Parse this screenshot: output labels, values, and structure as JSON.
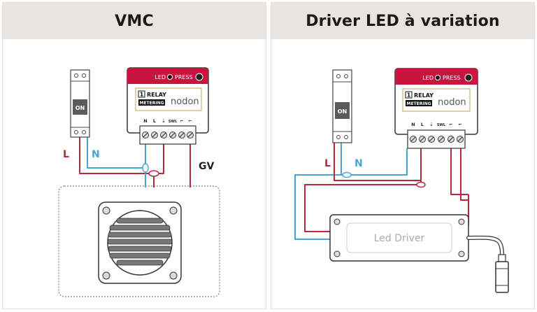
{
  "panels": [
    {
      "title": "VMC",
      "module": {
        "led_label": "LED",
        "press_label": "PRESS",
        "relay_count": "1",
        "relay_label": "RELAY",
        "metering_label": "METERING",
        "brand": "nodon",
        "terminals": [
          "N",
          "L",
          "⇣",
          "SWL",
          "⌐",
          "⌐"
        ]
      },
      "breaker_label": "ON",
      "wire_labels": {
        "live": "L",
        "neutral": "N",
        "fan": "GV"
      }
    },
    {
      "title": "Driver LED à variation",
      "module": {
        "led_label": "LED",
        "press_label": "PRESS",
        "relay_count": "1",
        "relay_label": "RELAY",
        "metering_label": "METERING",
        "brand": "nodon",
        "terminals": [
          "N",
          "L",
          "⇣",
          "SWL",
          "⌐",
          "⌐"
        ]
      },
      "breaker_label": "ON",
      "wire_labels": {
        "live": "L",
        "neutral": "N"
      },
      "driver_label": "Led Driver"
    }
  ],
  "colors": {
    "live": "#b7283c",
    "neutral": "#4aa3d0",
    "module_top": "#c8143f",
    "brand_orange": "#f0a000"
  }
}
